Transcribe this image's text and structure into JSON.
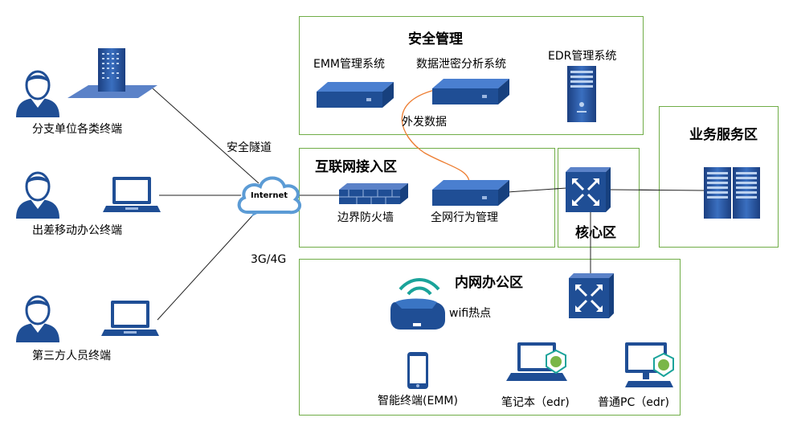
{
  "zones": {
    "security": "安全管理",
    "internet_access": "互联网接入区",
    "core": "核心区",
    "business": "业务服务区",
    "office": "内网办公区"
  },
  "endpoints": {
    "branch": "分支单位各类终端",
    "mobile": "出差移动办公终端",
    "third_party": "第三方人员终端"
  },
  "devices": {
    "emm": "EMM管理系统",
    "dlp": "数据泄密分析系统",
    "edr": "EDR管理系统",
    "firewall": "边界防火墙",
    "behavior": "全网行为管理",
    "wifi": "wifi热点",
    "smart_terminal": "智能终端(EMM)",
    "laptop": "笔记本（edr)",
    "pc": "普通PC（edr)"
  },
  "network": {
    "internet": "Internet",
    "tunnel": "安全隧道",
    "cellular": "3G/4G",
    "outbound": "外发数据"
  },
  "colors": {
    "zone_border": "#70ad47",
    "device_blue": "#1f4e95",
    "device_light": "#3a75c4",
    "outbound_line": "#ed7d31",
    "cloud": "#5b9bd5",
    "wifi_teal": "#1aa39a"
  }
}
